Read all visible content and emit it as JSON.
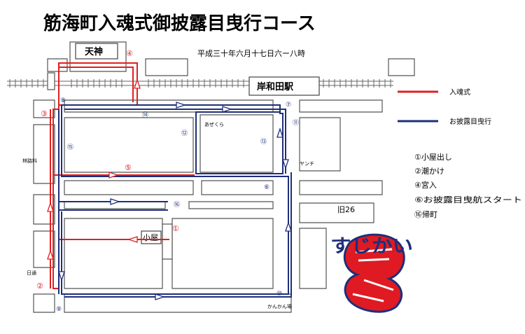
{
  "title": "筋海町入魂式御披露目曳行コース",
  "date": "平成三十年六月十七日六ー八時",
  "landmarks": {
    "tenjin": "天神",
    "station": "岸和田駅",
    "koya": "小屋",
    "azekura": "あぜくら",
    "yanchi": "ヤンチ",
    "kyu26": "旧26",
    "kankan": "かんかん場",
    "rinkai": "林路料",
    "nichido": "日通"
  },
  "legend": [
    {
      "label": "入魂式",
      "color": "#e02020"
    },
    {
      "label": "お披露目曳行",
      "color": "#1f2f7a"
    }
  ],
  "points": [
    "①小屋出し",
    "②潮かけ",
    "④宮入",
    "⑥お披露目曳航スタート",
    "⑯帰町"
  ],
  "markers": {
    "m1": "①",
    "m2": "②",
    "m3": "③",
    "m4": "④",
    "m5": "⑤",
    "m6": "⑥",
    "m7": "⑦",
    "m8": "⑧",
    "m9": "⑨",
    "m10": "⑩",
    "m11": "⑪",
    "m12": "⑫",
    "m13": "⑬",
    "m14": "⑭",
    "m15": "⑮",
    "m16": "⑯"
  },
  "logo": {
    "text": "すじかい"
  }
}
